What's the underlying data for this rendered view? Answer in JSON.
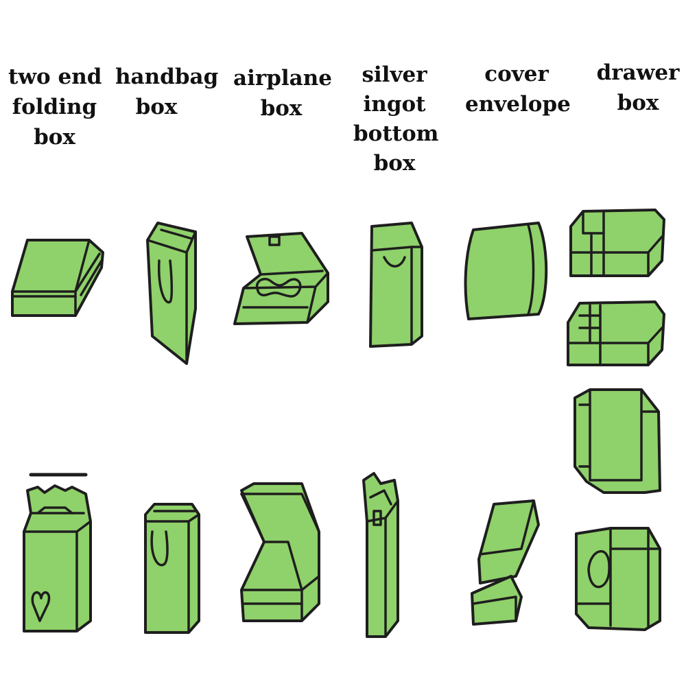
{
  "columns": [
    {
      "id": "two-end-folding-box",
      "lines": [
        "two end",
        "folding",
        "box"
      ]
    },
    {
      "id": "handbag-box",
      "lines": [
        "handbag",
        "box"
      ]
    },
    {
      "id": "airplane-box",
      "lines": [
        "airplane",
        "box"
      ]
    },
    {
      "id": "silver-ingot-bottom-box",
      "lines": [
        "silver",
        "ingot",
        "bottom",
        "box"
      ]
    },
    {
      "id": "cover-envelope",
      "lines": [
        "cover",
        "envelope"
      ]
    },
    {
      "id": "drawer-box",
      "lines": [
        "drawer",
        "box"
      ]
    }
  ],
  "colors": {
    "fill": "#8fd16a",
    "outline": "#1e1e1e",
    "background": "#ffffff"
  }
}
